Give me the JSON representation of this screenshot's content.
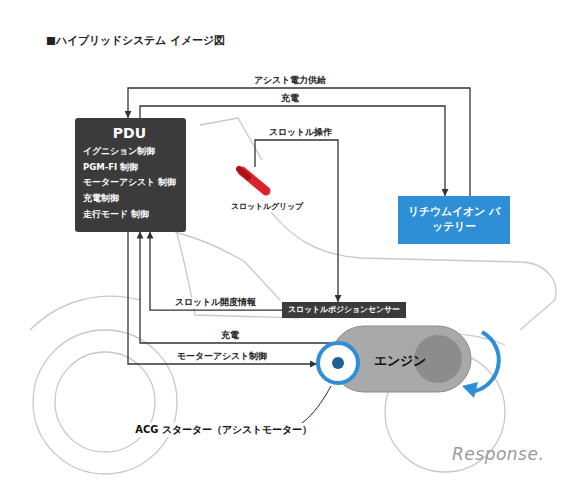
{
  "diagram": {
    "title": "■ハイブリッドシステム イメージ図",
    "nodes": [
      {
        "text": [
          "PDU",
          "イグニション制御",
          "PGM-FI 制御",
          "モーターアシスト 制御",
          "充電制御",
          "走行モード 制御"
        ]
      },
      {
        "text": [
          "スロットルグリップ"
        ]
      },
      {
        "text": [
          "リチウムイオン バッテリー"
        ]
      },
      {
        "text": [
          "スロットルポジションセンサー"
        ]
      },
      {
        "text": [
          "エンジン"
        ]
      },
      {
        "text": [
          "ACG スターター（アシストモーター）"
        ]
      }
    ],
    "edges": [
      {
        "from": 2,
        "to": 0,
        "label": "アシスト電力供給",
        "arrow": "to"
      },
      {
        "from": 0,
        "to": 2,
        "label": "充電",
        "arrow": "to"
      },
      {
        "from": 1,
        "to": 3,
        "label": "スロットル操作",
        "arrow": "to"
      },
      {
        "from": 3,
        "to": 0,
        "label": "スロットル開度情報",
        "arrow": "to"
      },
      {
        "from": 5,
        "to": 0,
        "label": "充電",
        "arrow": "to"
      },
      {
        "from": 0,
        "to": 5,
        "label": "モーターアシスト制御",
        "arrow": "to"
      }
    ],
    "labels": [
      "Response."
    ]
  }
}
